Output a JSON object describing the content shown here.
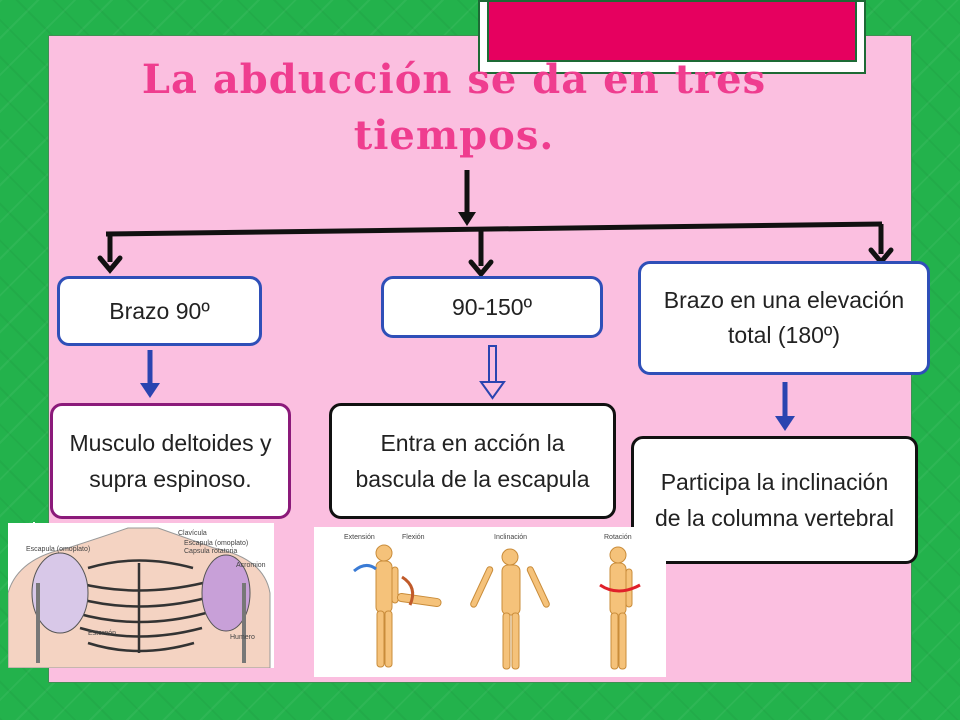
{
  "slide": {
    "title": "La abducción se da en tres tiempos."
  },
  "phases": [
    {
      "header": "Brazo 90º",
      "detail": "Musculo deltoides y supra espinoso."
    },
    {
      "header": "90-150º",
      "detail": "Entra en acción la bascula de la escapula"
    },
    {
      "header": "Brazo en una elevación total (180º)",
      "detail": "Participa la inclinación de la columna vertebral"
    }
  ],
  "thorax_figure": {
    "labels": [
      "Escapula (omoplato)",
      "Clavícula",
      "Escapula (omoplato)",
      "Capsula rotatoria",
      "Acromion",
      "Esternón",
      "Humero"
    ]
  },
  "movement_figure": {
    "labels": [
      "Extensión",
      "Flexión",
      "Inclinación",
      "Rotación"
    ]
  },
  "colors": {
    "background": "#23b24c",
    "panel": "#fbbfe0",
    "title": "#ef3d8f",
    "accent_tab": "#e6005f",
    "box_blue_border": "#2f4fb8",
    "arrow_blue": "#2a44b0"
  }
}
